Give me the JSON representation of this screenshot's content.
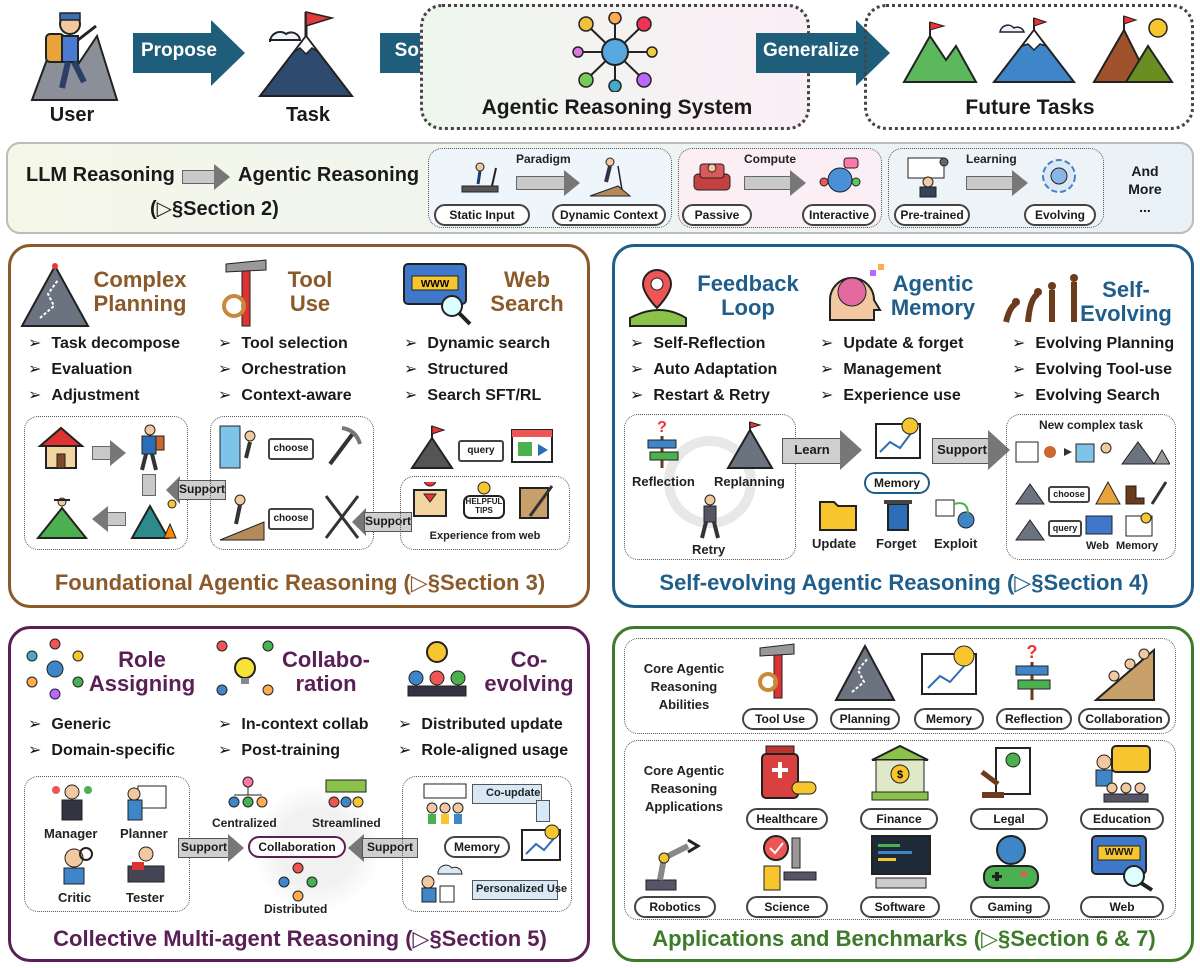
{
  "top": {
    "user": "User",
    "propose": "Propose",
    "task": "Task",
    "solve": "Solve",
    "system": "Agentic Reasoning System",
    "generalize": "Generalize",
    "future": "Future Tasks"
  },
  "band": {
    "llm": "LLM Reasoning",
    "agentic": "Agentic Reasoning",
    "section": "(▷§Section 2)",
    "paradigm": "Paradigm",
    "static_input": "Static Input",
    "dynamic_context": "Dynamic Context",
    "compute": "Compute",
    "passive": "Passive",
    "interactive": "Interactive",
    "learning": "Learning",
    "pretrained": "Pre-trained",
    "evolving": "Evolving",
    "more": "And\nMore\n..."
  },
  "foundational": {
    "planning_title": "Complex\nPlanning",
    "planning_items": [
      "Task decompose",
      "Evaluation",
      "Adjustment"
    ],
    "tool_title": "Tool\nUse",
    "tool_items": [
      "Tool selection",
      "Orchestration",
      "Context-aware"
    ],
    "web_title": "Web\nSearch",
    "web_items": [
      "Dynamic search",
      "Structured",
      "Search SFT/RL"
    ],
    "choose1": "choose",
    "choose2": "choose",
    "query": "query",
    "support1": "Support",
    "support2": "Support",
    "helpful": "HELPFUL\nTIPS",
    "experience": "Experience from web",
    "footer": "Foundational Agentic Reasoning (▷§Section 3)"
  },
  "selfevolving": {
    "feedback_title": "Feedback\nLoop",
    "feedback_items": [
      "Self-Reflection",
      "Auto Adaptation",
      "Restart & Retry"
    ],
    "memory_title": "Agentic\nMemory",
    "memory_items": [
      "Update & forget",
      "Management",
      "Experience use"
    ],
    "evolve_title": "Self-\nEvolving",
    "evolve_items": [
      "Evolving Planning",
      "Evolving Tool-use",
      "Evolving Search"
    ],
    "reflection": "Reflection",
    "replanning": "Replanning",
    "retry": "Retry",
    "learn": "Learn",
    "memory": "Memory",
    "support": "Support",
    "update": "Update",
    "forget": "Forget",
    "exploit": "Exploit",
    "new_task": "New complex task",
    "choose": "choose",
    "query": "query",
    "web": "Web",
    "memory2": "Memory",
    "footer": "Self-evolving Agentic Reasoning (▷§Section 4)"
  },
  "multiagent": {
    "role_title": "Role\nAssigning",
    "role_items": [
      "Generic",
      "Domain-specific"
    ],
    "collab_title": "Collabo-\nration",
    "collab_items": [
      "In-context collab",
      "Post-training"
    ],
    "coevolve_title": "Co-\nevolving",
    "coevolve_items": [
      "Distributed update",
      "Role-aligned usage"
    ],
    "manager": "Manager",
    "planner": "Planner",
    "critic": "Critic",
    "tester": "Tester",
    "centralized": "Centralized",
    "streamlined": "Streamlined",
    "collaboration": "Collaboration",
    "distributed": "Distributed",
    "support1": "Support",
    "support2": "Support",
    "coupdate": "Co-update",
    "memory": "Memory",
    "personalized": "Personalized Use",
    "footer": "Collective Multi-agent Reasoning (▷§Section 5)"
  },
  "applications": {
    "abilities_label": "Core Agentic\nReasoning\nAbilities",
    "abilities": [
      "Tool Use",
      "Planning",
      "Memory",
      "Reflection",
      "Collaboration"
    ],
    "apps_label": "Core Agentic\nReasoning\nApplications",
    "apps_row1": [
      "Healthcare",
      "Finance",
      "Legal",
      "Education"
    ],
    "apps_row2": [
      "Robotics",
      "Science",
      "Software",
      "Gaming",
      "Web"
    ],
    "www": "WWW",
    "footer": "Applications and Benchmarks (▷§Section 6 & 7)"
  },
  "colors": {
    "arrow_blue": "#1f5e7a",
    "foundational": "#8a5a2b",
    "selfevolving": "#1f5e8a",
    "multiagent": "#5a1f55",
    "applications": "#3d7a2a"
  }
}
